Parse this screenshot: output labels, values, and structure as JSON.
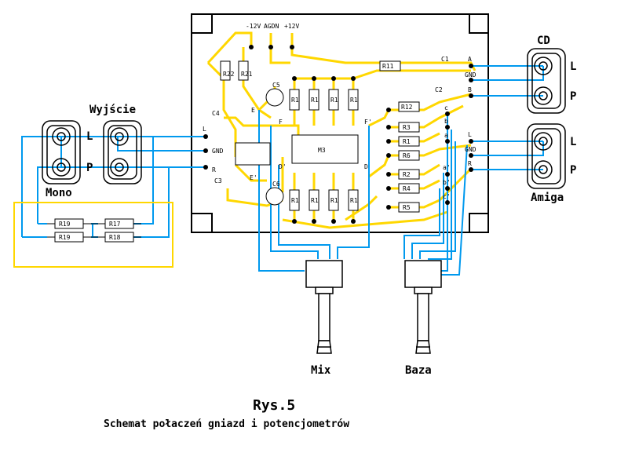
{
  "labels": {
    "cd": "CD",
    "amiga": "Amiga",
    "wyjscie": "Wyjście",
    "mono": "Mono",
    "mix": "Mix",
    "baza": "Baza",
    "L1": "L",
    "P1": "P",
    "L2": "L",
    "P2": "P",
    "L3": "L",
    "P3": "P",
    "title": "Rys.5",
    "caption": "Schemat połaczeń gniazd i potencjometrów"
  },
  "pcb": {
    "power": [
      "-12V",
      "AGDN",
      "+12V"
    ],
    "pads_right": [
      "A",
      "GND",
      "B",
      "c",
      "b",
      "a",
      "a'",
      "b'",
      "c'"
    ],
    "pads_right2": [
      "L",
      "GND",
      "R"
    ],
    "pads_left": [
      "L",
      "GND",
      "R"
    ],
    "components": [
      "R11",
      "C1",
      "C2",
      "R12",
      "R3",
      "R1",
      "R6",
      "R2",
      "R4",
      "R5",
      "R22",
      "R21",
      "C5",
      "C6",
      "C4",
      "C3",
      "M3",
      "R1",
      "R1",
      "R1",
      "R1",
      "R1",
      "R1",
      "R1",
      "R1"
    ],
    "pad_letters": [
      "E",
      "F",
      "F'",
      "D'",
      "D",
      "E'"
    ]
  },
  "resistors_bottom": [
    "R19",
    "R17",
    "R19",
    "R18"
  ]
}
